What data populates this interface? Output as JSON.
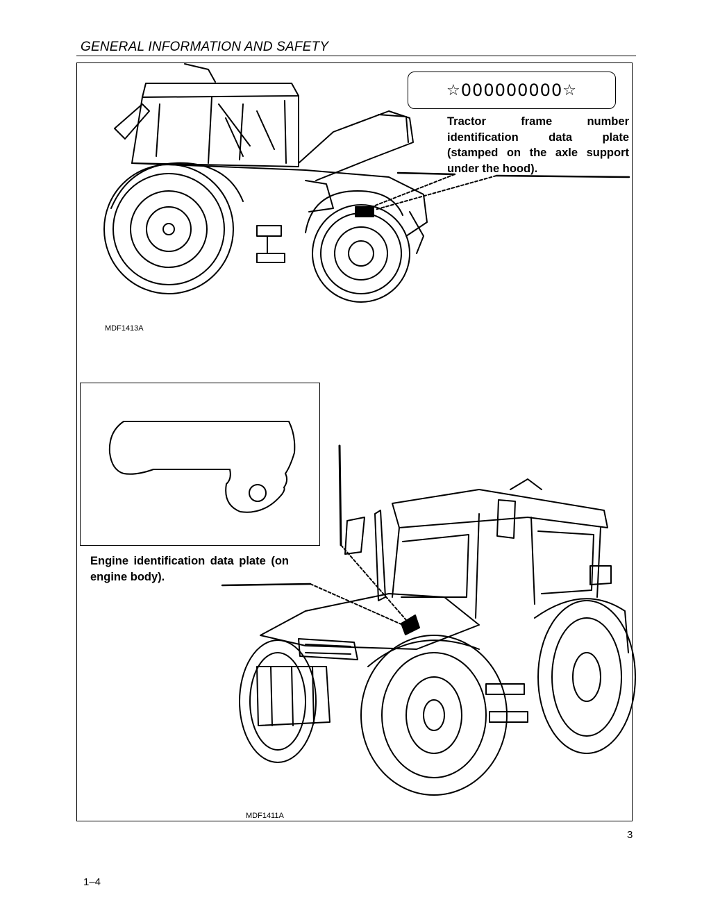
{
  "header": {
    "title": "GENERAL INFORMATION AND SAFETY"
  },
  "plate": {
    "star": "☆",
    "number": "000000000"
  },
  "captions": {
    "frame_plate": "Tractor frame number identification data plate (stamped on the axle support under the hood).",
    "engine_plate": "Engine identification data plate (on engine body)."
  },
  "figure_codes": {
    "top": "MDF1413A",
    "bottom": "MDF1411A"
  },
  "figure_number": "3",
  "page_number": "1–4"
}
